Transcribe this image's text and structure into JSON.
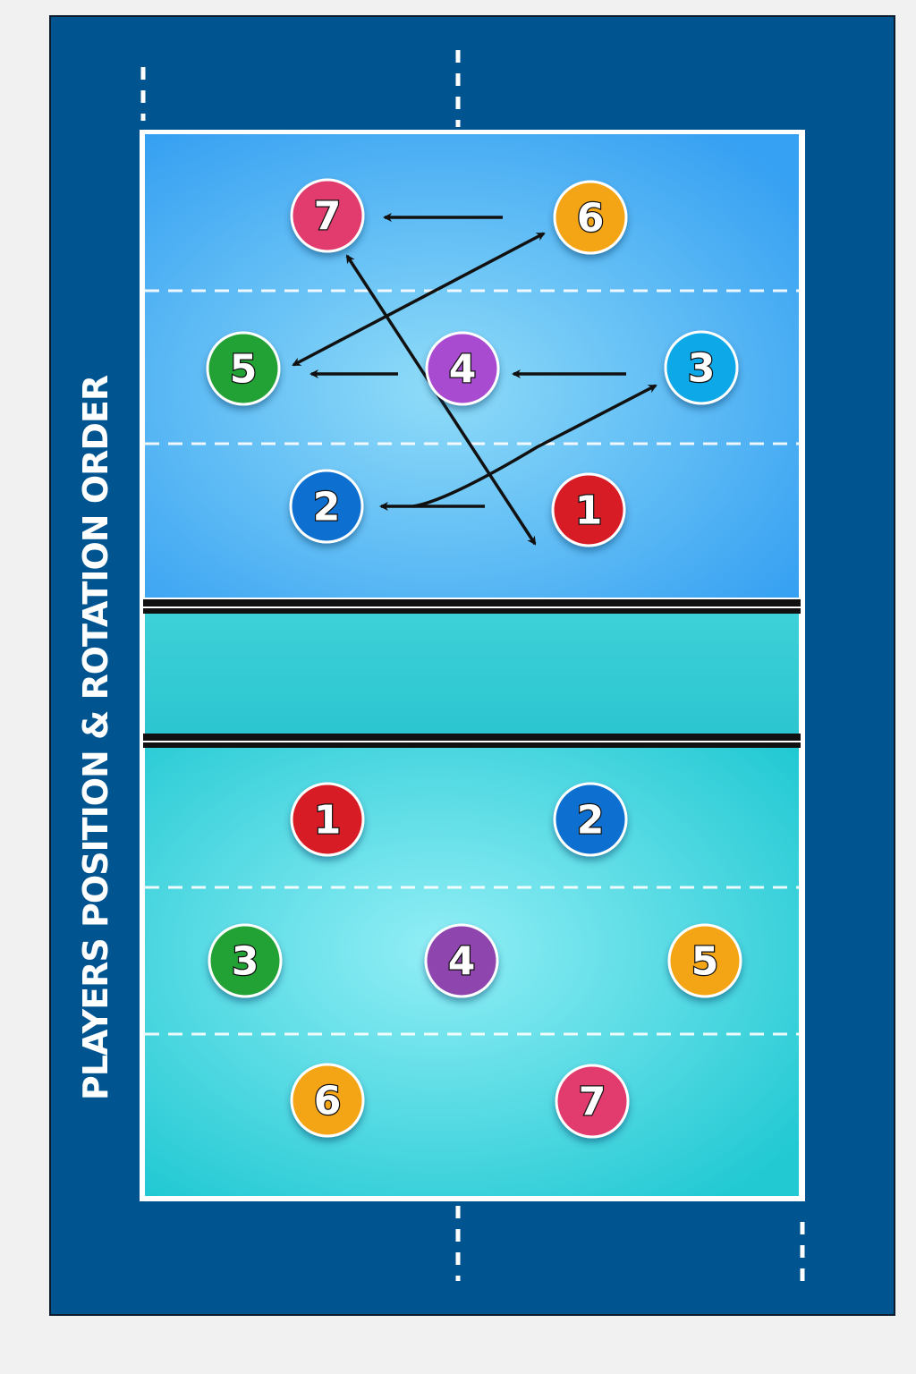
{
  "title": "PLAYERS POSITION & ROTATION ORDER",
  "colors": {
    "background": "#005591",
    "top_half": "#44a8f2",
    "bottom_half": "#5fdde6",
    "net": "#111111"
  },
  "top_team": [
    {
      "number": "7",
      "color": "#e23a6e"
    },
    {
      "number": "6",
      "color": "#f4a512"
    },
    {
      "number": "5",
      "color": "#24a136"
    },
    {
      "number": "4",
      "color": "#a94bd0"
    },
    {
      "number": "3",
      "color": "#0fa8e8"
    },
    {
      "number": "2",
      "color": "#0a6fd0"
    },
    {
      "number": "1",
      "color": "#d81f26"
    }
  ],
  "bottom_team": [
    {
      "number": "1",
      "color": "#d81f26"
    },
    {
      "number": "2",
      "color": "#0a6fd0"
    },
    {
      "number": "3",
      "color": "#24a136"
    },
    {
      "number": "4",
      "color": "#8e44ad"
    },
    {
      "number": "5",
      "color": "#f4a512"
    },
    {
      "number": "6",
      "color": "#f4a512"
    },
    {
      "number": "7",
      "color": "#e23a6e"
    }
  ],
  "rotation_arrows": [
    {
      "from": "6",
      "to": "7"
    },
    {
      "from": "6",
      "to": "5",
      "bidirectional": true
    },
    {
      "from": "7",
      "to": "1",
      "bidirectional": true
    },
    {
      "from": "4",
      "to": "5"
    },
    {
      "from": "3",
      "to": "4"
    },
    {
      "from": "1",
      "to": "2"
    },
    {
      "from": "2",
      "to": "3"
    }
  ]
}
